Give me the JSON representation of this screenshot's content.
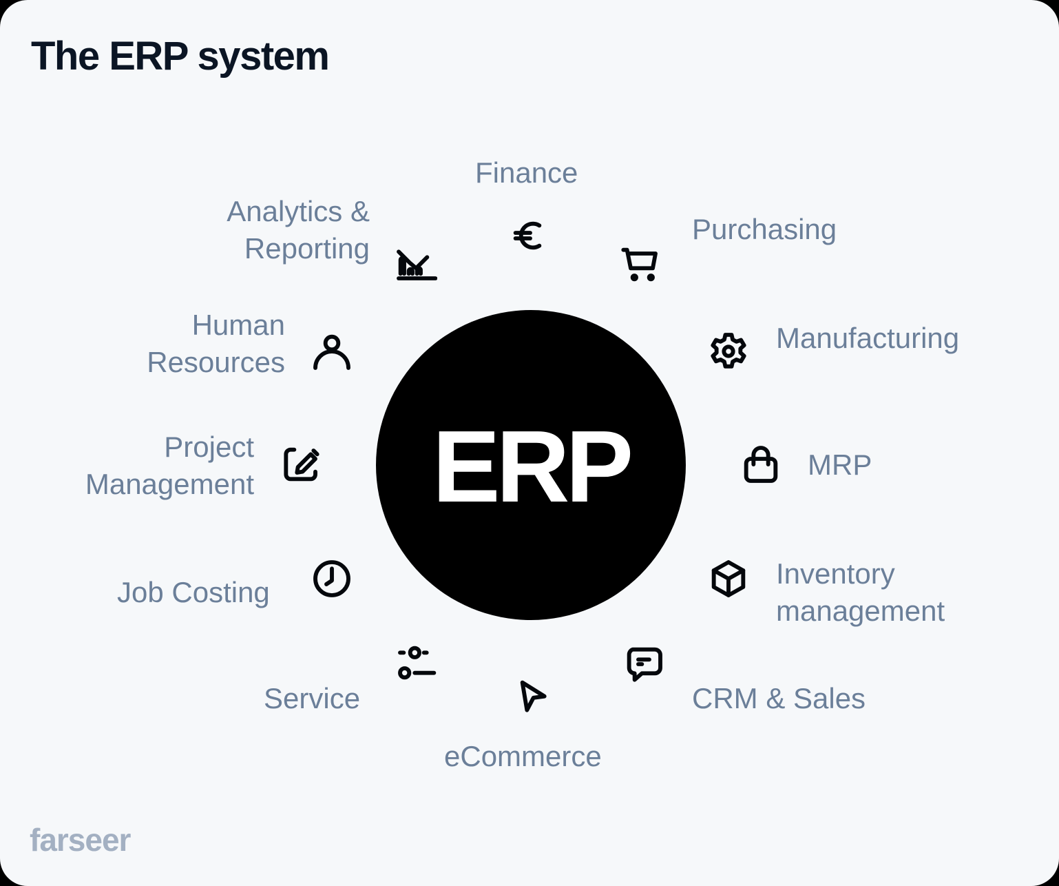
{
  "title": "The ERP system",
  "hub": {
    "label": "ERP",
    "fill": "#000000",
    "text_color": "#ffffff"
  },
  "modules": [
    {
      "id": "finance",
      "label": "Finance",
      "icon": "euro-icon"
    },
    {
      "id": "purchasing",
      "label": "Purchasing",
      "icon": "shopping-cart-icon"
    },
    {
      "id": "manufacturing",
      "label": "Manufacturing",
      "icon": "gear-icon"
    },
    {
      "id": "mrp",
      "label": "MRP",
      "icon": "shopping-bag-icon"
    },
    {
      "id": "inventory",
      "label_line1": "Inventory",
      "label_line2": "management",
      "icon": "cube-icon"
    },
    {
      "id": "crm",
      "label": "CRM & Sales",
      "icon": "chat-bubble-icon"
    },
    {
      "id": "ecommerce",
      "label": "eCommerce",
      "icon": "cursor-arrow-icon"
    },
    {
      "id": "service",
      "label": "Service",
      "icon": "sliders-icon"
    },
    {
      "id": "job_costing",
      "label": "Job Costing",
      "icon": "clock-icon"
    },
    {
      "id": "project",
      "label_line1": "Project",
      "label_line2": "Management",
      "icon": "edit-square-icon"
    },
    {
      "id": "hr",
      "label_line1": "Human",
      "label_line2": "Resources",
      "icon": "user-icon"
    },
    {
      "id": "analytics",
      "label_line1": "Analytics &",
      "label_line2": "Reporting",
      "icon": "chart-icon"
    }
  ],
  "colors": {
    "background": "#f6f8fa",
    "title": "#0b1524",
    "label": "#6b7f99",
    "icon": "#05080c",
    "logo": "#a3b0c2"
  },
  "logo": "farseer"
}
